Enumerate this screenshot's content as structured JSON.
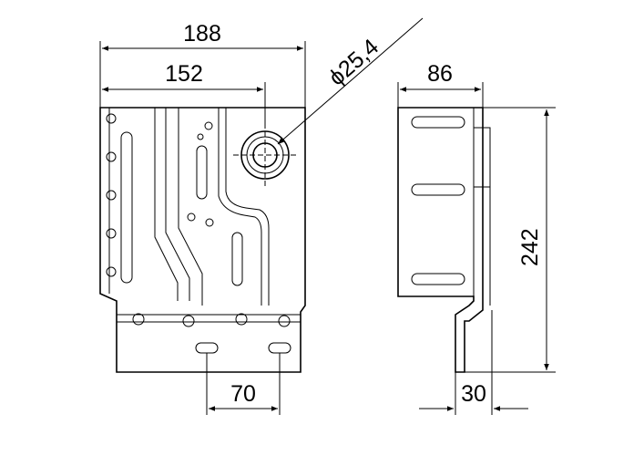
{
  "drawing": {
    "front_view": {
      "overall_width": "188",
      "hole_offset": "152",
      "hole_diameter": "ϕ25,4",
      "slot_spacing": "70"
    },
    "side_view": {
      "depth": "86",
      "height": "242",
      "offset": "30"
    }
  }
}
